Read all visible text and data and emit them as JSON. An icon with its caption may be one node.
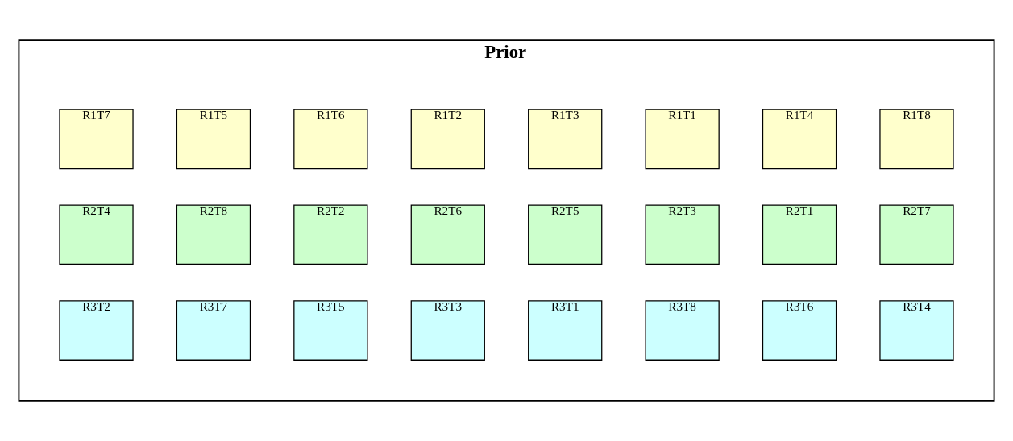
{
  "diagram": {
    "nodes": [
      {
        "text": [
          "Prior"
        ]
      },
      {
        "text": [
          "R1T7"
        ],
        "in": 0
      },
      {
        "text": [
          "R1T5"
        ],
        "in": 0
      },
      {
        "text": [
          "R1T6"
        ],
        "in": 0
      },
      {
        "text": [
          "R1T2"
        ],
        "in": 0
      },
      {
        "text": [
          "R1T3"
        ],
        "in": 0
      },
      {
        "text": [
          "R1T1"
        ],
        "in": 0
      },
      {
        "text": [
          "R1T4"
        ],
        "in": 0
      },
      {
        "text": [
          "R1T8"
        ],
        "in": 0
      },
      {
        "text": [
          "R2T4"
        ],
        "in": 0
      },
      {
        "text": [
          "R2T8"
        ],
        "in": 0
      },
      {
        "text": [
          "R2T2"
        ],
        "in": 0
      },
      {
        "text": [
          "R2T6"
        ],
        "in": 0
      },
      {
        "text": [
          "R2T5"
        ],
        "in": 0
      },
      {
        "text": [
          "R2T3"
        ],
        "in": 0
      },
      {
        "text": [
          "R2T1"
        ],
        "in": 0
      },
      {
        "text": [
          "R2T7"
        ],
        "in": 0
      },
      {
        "text": [
          "R3T2"
        ],
        "in": 0
      },
      {
        "text": [
          "R3T7"
        ],
        "in": 0
      },
      {
        "text": [
          "R3T5"
        ],
        "in": 0
      },
      {
        "text": [
          "R3T3"
        ],
        "in": 0
      },
      {
        "text": [
          "R3T1"
        ],
        "in": 0
      },
      {
        "text": [
          "R3T8"
        ],
        "in": 0
      },
      {
        "text": [
          "R3T6"
        ],
        "in": 0
      },
      {
        "text": [
          "R3T4"
        ],
        "in": 0
      }
    ],
    "edges": []
  }
}
